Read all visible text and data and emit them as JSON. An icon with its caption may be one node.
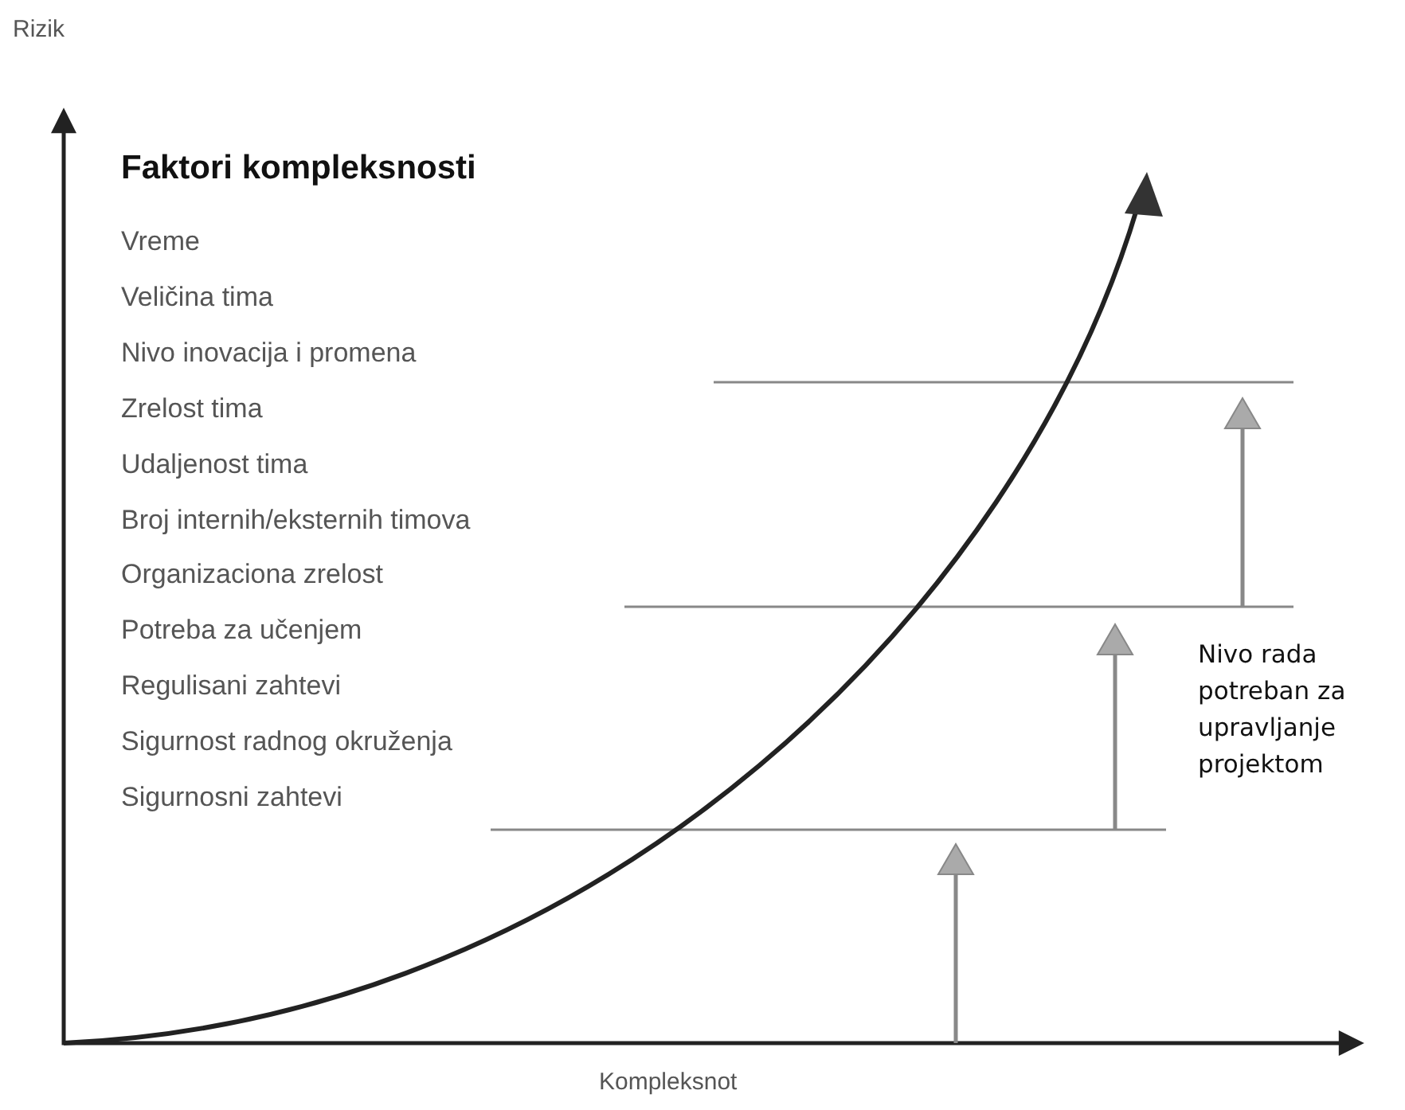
{
  "diagram": {
    "labels": [
      "Rizik",
      "Faktori kompleksnosti",
      "Vreme",
      "Veličina tima",
      "Nivo inovacija i promena",
      "Zrelost tima",
      "Udaljenost tima",
      "Broj internih/eksternih timova",
      "Organizaciona zrelost",
      "Potreba za učenjem",
      "Regulisani zahtevi",
      "Sigurnost radnog okruženja",
      "Sigurnosni zahtevi",
      "Nivo rada potreban za upravljanje projektom",
      "Kompleksnot"
    ]
  }
}
